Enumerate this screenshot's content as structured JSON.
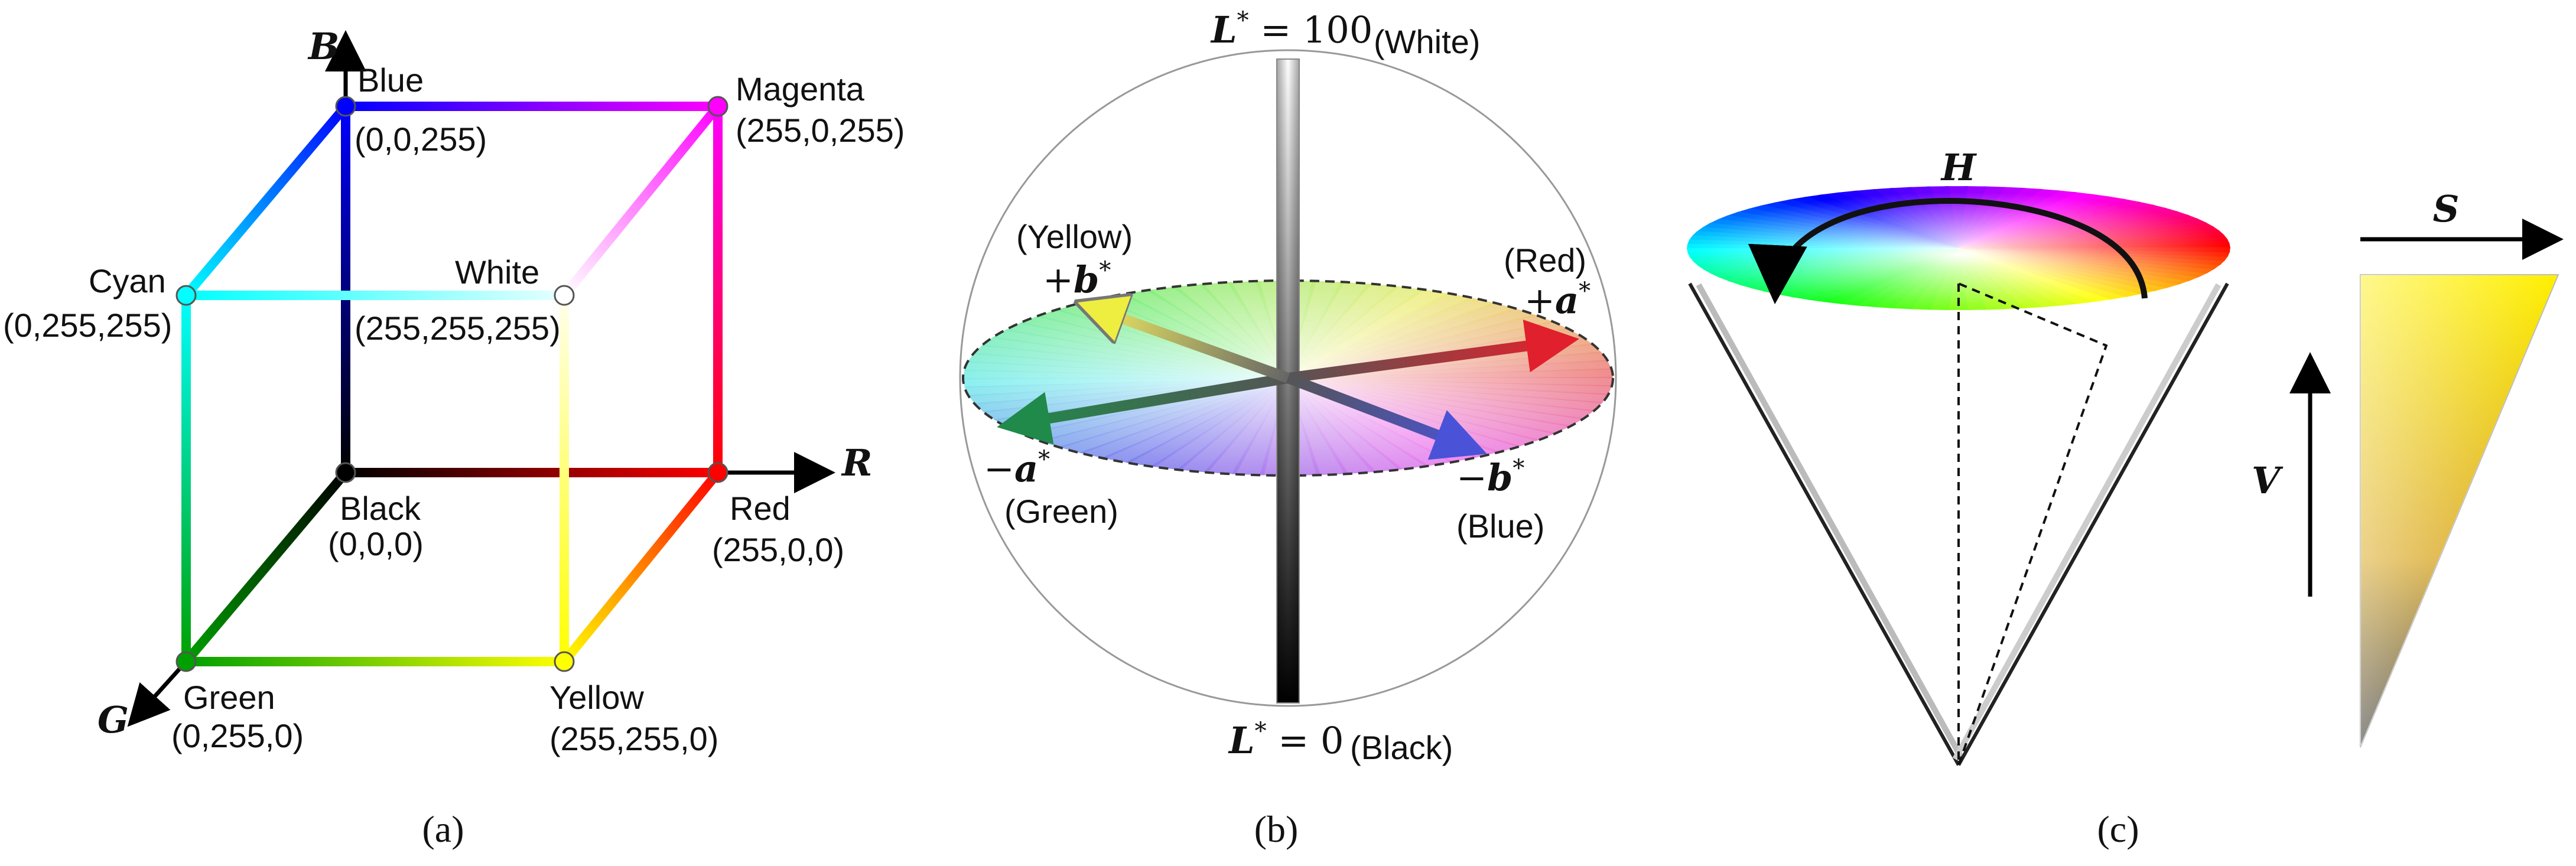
{
  "colors": {
    "black": "#000000",
    "blue": "#0000ff",
    "red": "#ff0000",
    "green": "#00a000",
    "cyan": "#00ffff",
    "magenta": "#ff00ff",
    "yellow": "#ffff00",
    "white": "#ffffff"
  },
  "panel_a": {
    "caption": "(a)",
    "axes": {
      "r": "R",
      "g": "G",
      "b": "B"
    },
    "vertices": [
      {
        "name": "Blue",
        "coords": "(0,0,255)"
      },
      {
        "name": "Magenta",
        "coords": "(255,0,255)"
      },
      {
        "name": "Cyan",
        "coords": "(0,255,255)"
      },
      {
        "name": "White",
        "coords": "(255,255,255)"
      },
      {
        "name": "Black",
        "coords": "(0,0,0)"
      },
      {
        "name": "Red",
        "coords": "(255,0,0)"
      },
      {
        "name": "Green",
        "coords": "(0,255,0)"
      },
      {
        "name": "Yellow",
        "coords": "(255,255,0)"
      }
    ]
  },
  "panel_b": {
    "caption": "(b)",
    "top_axis": {
      "symbol": "L*",
      "value": "= 100",
      "note": "(White)"
    },
    "bottom_axis": {
      "symbol": "L*",
      "value": "= 0",
      "note": "(Black)"
    },
    "pos_a": {
      "symbol": "+a*",
      "note": "(Red)"
    },
    "neg_a": {
      "symbol": "−a*",
      "note": "(Green)"
    },
    "pos_b": {
      "symbol": "+b*",
      "note": "(Yellow)"
    },
    "neg_b": {
      "symbol": "−b*",
      "note": "(Blue)"
    }
  },
  "panel_c": {
    "caption": "(c)",
    "hue": "H",
    "saturation": "S",
    "value": "V"
  }
}
